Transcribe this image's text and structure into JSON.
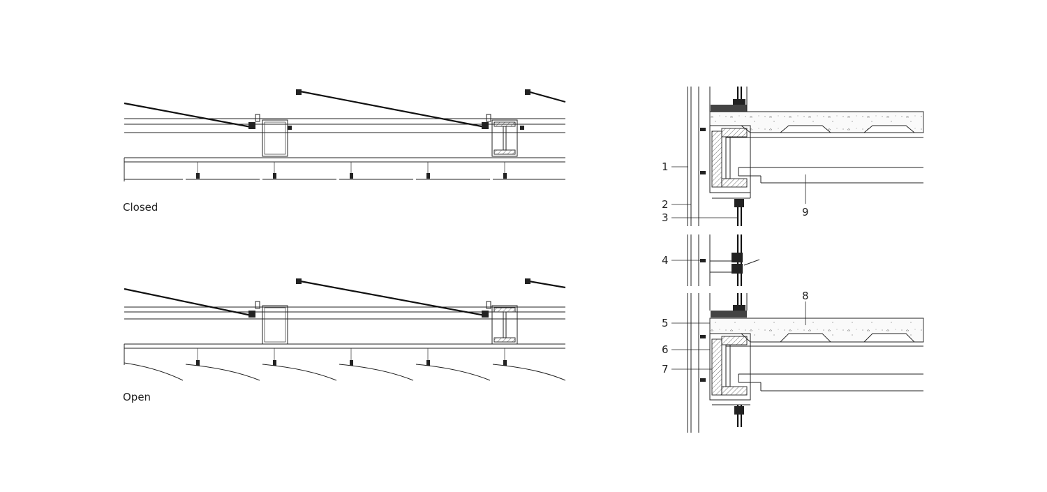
{
  "diagram": {
    "captions": {
      "closed": "Closed",
      "open": "Open"
    },
    "callouts": [
      {
        "id": "1",
        "text": "1"
      },
      {
        "id": "2",
        "text": "2"
      },
      {
        "id": "3",
        "text": "3"
      },
      {
        "id": "4",
        "text": "4"
      },
      {
        "id": "5",
        "text": "5"
      },
      {
        "id": "6",
        "text": "6"
      },
      {
        "id": "7",
        "text": "7"
      },
      {
        "id": "8",
        "text": "8"
      },
      {
        "id": "9",
        "text": "9"
      }
    ],
    "louver_states": [
      "closed",
      "open"
    ],
    "colors": {
      "line": "#222222",
      "background": "#ffffff"
    }
  }
}
